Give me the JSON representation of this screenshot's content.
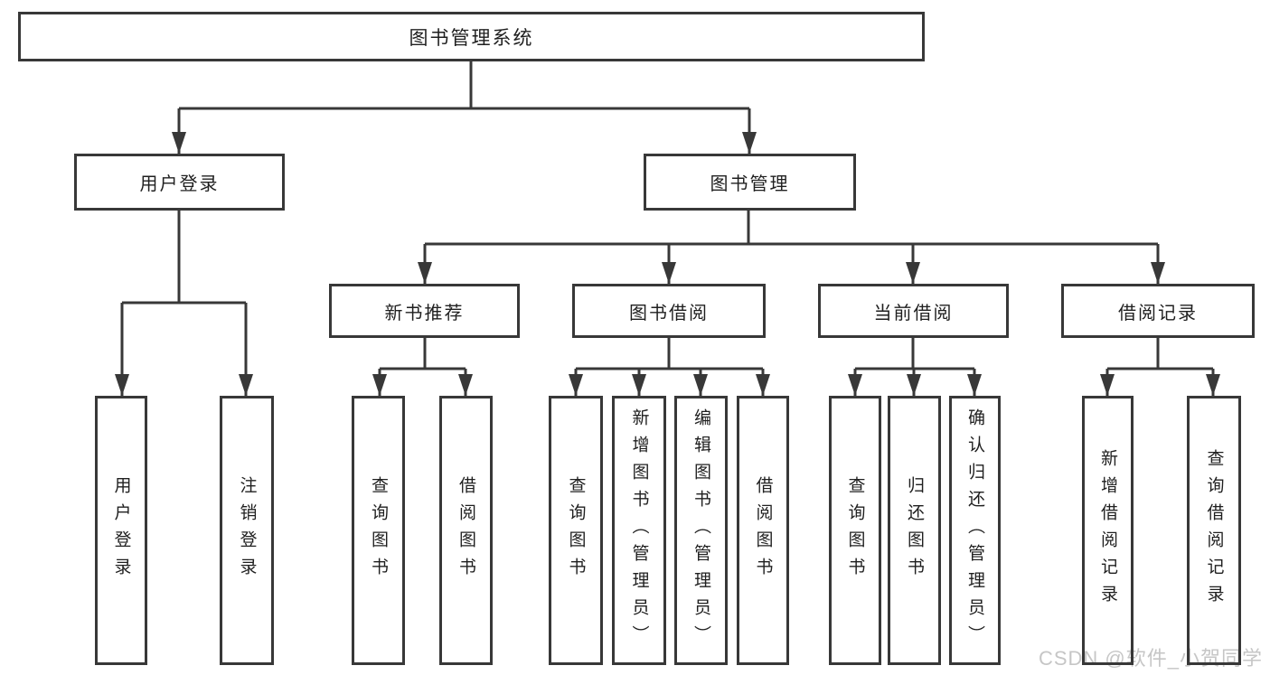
{
  "diagram": {
    "colors": {
      "line": "#383838",
      "text": "#1f1f1f",
      "background": "#ffffff",
      "watermark": "#c6c6c6"
    },
    "watermark": {
      "text": "CSDN @软件_小贺同学"
    },
    "tree": {
      "root": {
        "label": "图书管理系统"
      },
      "children": [
        {
          "label": "用户登录",
          "children": [
            {
              "label": "用户登录"
            },
            {
              "label": "注销登录"
            }
          ]
        },
        {
          "label": "图书管理",
          "children": [
            {
              "label": "新书推荐",
              "children": [
                {
                  "label": "查询图书"
                },
                {
                  "label": "借阅图书"
                }
              ]
            },
            {
              "label": "图书借阅",
              "children": [
                {
                  "label": "查询图书"
                },
                {
                  "label": "新增图书（管理员）"
                },
                {
                  "label": "编辑图书（管理员）"
                },
                {
                  "label": "借阅图书"
                }
              ]
            },
            {
              "label": "当前借阅",
              "children": [
                {
                  "label": "查询图书"
                },
                {
                  "label": "归还图书"
                },
                {
                  "label": "确认归还（管理员）"
                }
              ]
            },
            {
              "label": "借阅记录",
              "children": [
                {
                  "label": "新增借阅记录"
                },
                {
                  "label": "查询借阅记录"
                }
              ]
            }
          ]
        }
      ]
    }
  }
}
